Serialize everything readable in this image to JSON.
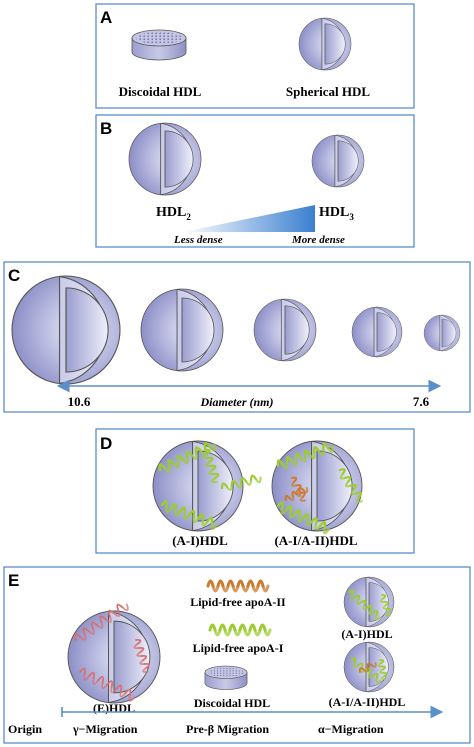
{
  "panels": {
    "a": {
      "letter": "A",
      "discoidal_label": "Discoidal HDL",
      "spherical_label": "Spherical HDL"
    },
    "b": {
      "letter": "B",
      "hdl2_base": "HDL",
      "hdl2_sub": "2",
      "hdl3_base": "HDL",
      "hdl3_sub": "3",
      "less_dense": "Less dense",
      "more_dense": "More dense"
    },
    "c": {
      "letter": "C",
      "left_value": "10.6",
      "axis_label": "Diameter (nm)",
      "right_value": "7.6"
    },
    "d": {
      "letter": "D",
      "ai_label": "(A-I)HDL",
      "aiaii_label": "(A-I/A-II)HDL"
    },
    "e": {
      "letter": "E",
      "ehdl_label": "(E)HDL",
      "apoaii_label": "Lipid-free apoA-II",
      "apoai_label": "Lipid-free apoA-I",
      "discoidal_label": "Discoidal HDL",
      "ai_label": "(A-I)HDL",
      "aiaii_label": "(A-I/A-II)HDL",
      "origin": "Origin",
      "gamma_migration": "γ−Migration",
      "prebeta_migration": "Pre-β Migration",
      "alpha_migration": "α−Migration"
    }
  },
  "colors": {
    "panel_border": "#5b8fc9",
    "arrow": "#5b8fc9",
    "sphere_fill": "#a9abd6",
    "sphere_light": "#e6e7f6",
    "apoai_helix": "#9ccc32",
    "apoaii_helix": "#cc7a2e",
    "apoe_helix": "#d97070",
    "triangle_dark": "#3a7fd0"
  }
}
